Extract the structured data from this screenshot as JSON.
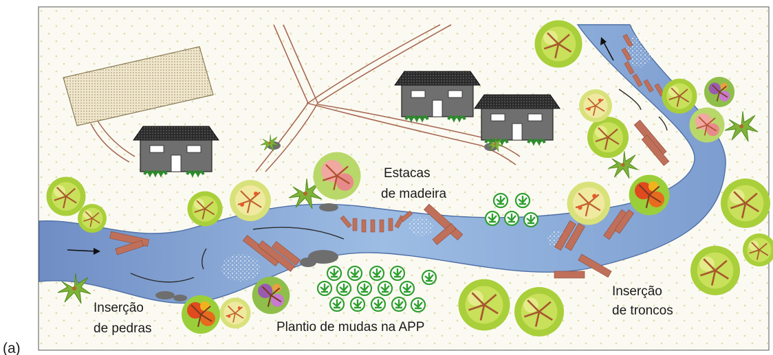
{
  "panel_label": "(a)",
  "labels": {
    "stakes_line1": "Estacas",
    "stakes_line2": "de madeira",
    "stones_line1": "Inserção",
    "stones_line2": "de pedras",
    "seedlings": "Plantio de mudas na APP",
    "logs_line1": "Inserção",
    "logs_line2": "de troncos"
  },
  "colors": {
    "river": "#7f9fd0",
    "river_light": "#a9c4e6",
    "river_edge": "#4e6fa6",
    "background_dots": "#e2dcb0",
    "house_wall": "#6f6f6f",
    "house_roof": "#2b2b2b",
    "road": "#a86a55",
    "wood": "#c0705a",
    "stone": "#6e6e6e",
    "seedling": "#2f9e2f",
    "frame": "#555555"
  },
  "icons": [
    "house-icon",
    "tree-icon",
    "seedling-icon",
    "stone-icon",
    "log-icon",
    "stake-icon",
    "flow-arrow-icon",
    "field-icon"
  ]
}
